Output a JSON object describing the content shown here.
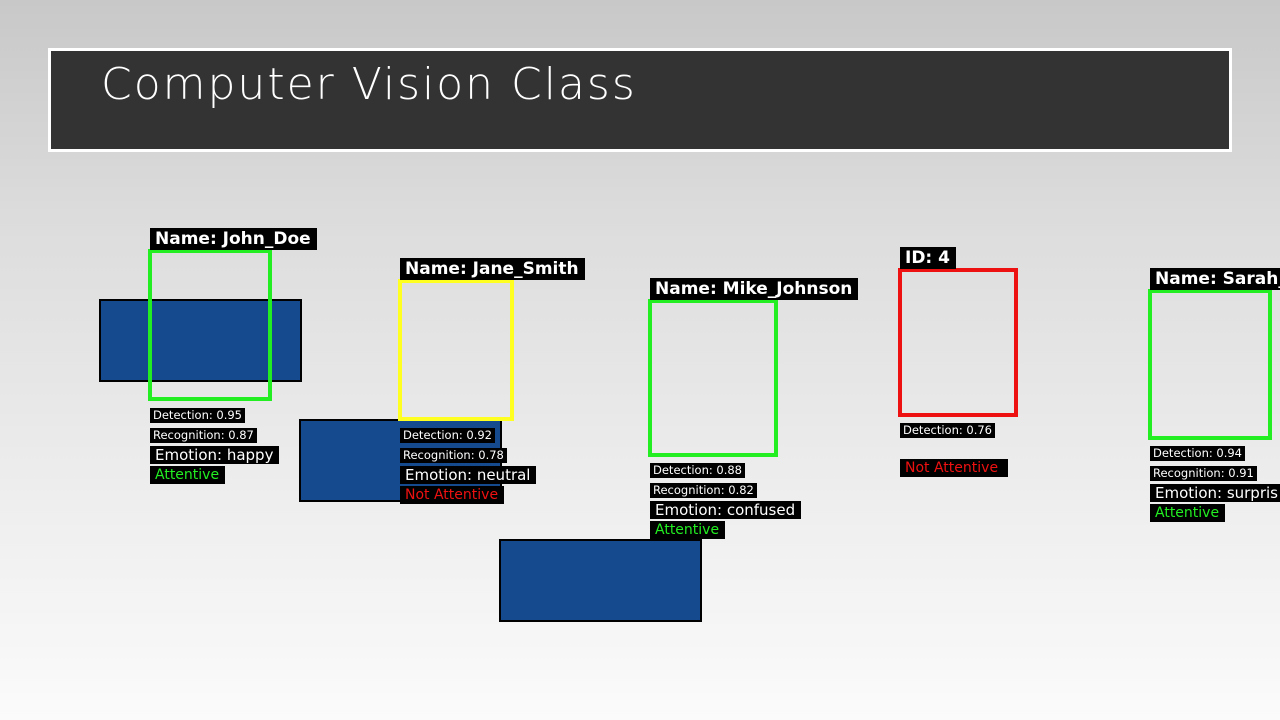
{
  "header": {
    "title": "Computer Vision Class"
  },
  "colors": {
    "recognized_attentive": "#22ee22",
    "uncertain": "#ffff22",
    "unknown": "#ee1111",
    "attentive_text": "#22ee22",
    "not_attentive_text": "#ee1111",
    "obstruction": "#154a8f"
  },
  "detections": [
    {
      "name_label": "Name: John_Doe",
      "detection": "Detection: 0.95",
      "recognition": "Recognition: 0.87",
      "emotion": "Emotion: happy",
      "attention": "Attentive"
    },
    {
      "name_label": "Name: Jane_Smith",
      "detection": "Detection: 0.92",
      "recognition": "Recognition: 0.78",
      "emotion": "Emotion: neutral",
      "attention": "Not Attentive"
    },
    {
      "name_label": "Name: Mike_Johnson",
      "detection": "Detection: 0.88",
      "recognition": "Recognition: 0.82",
      "emotion": "Emotion: confused",
      "attention": "Attentive"
    },
    {
      "name_label": "ID: 4",
      "detection": "Detection: 0.76",
      "attention": "Not Attentive"
    },
    {
      "name_label": "Name: Sarah_",
      "detection": "Detection: 0.94",
      "recognition": "Recognition: 0.91",
      "emotion": "Emotion: surpris",
      "attention": "Attentive"
    }
  ]
}
